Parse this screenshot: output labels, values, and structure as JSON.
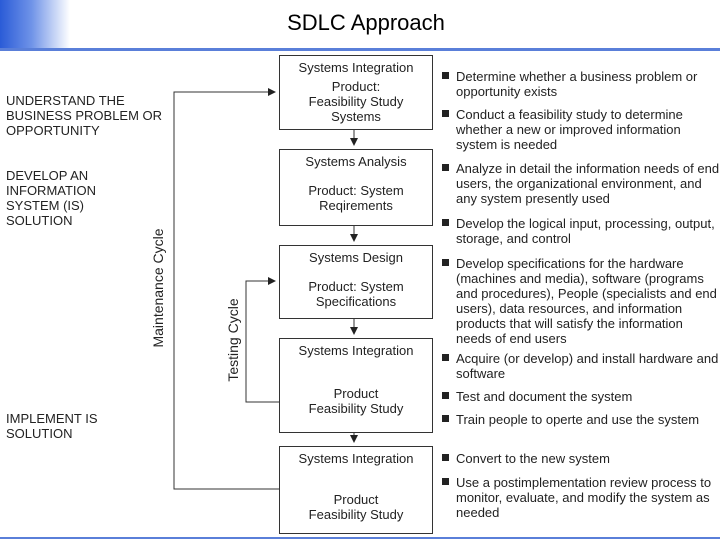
{
  "title": "SDLC Approach",
  "phases": [
    {
      "label": "UNDERSTAND  THE BUSINESS PROBLEM OR OPPORTUNITY"
    },
    {
      "label": "DEVELOP AN INFORMATION SYSTEM (IS) SOLUTION"
    },
    {
      "label": "IMPLEMENT IS SOLUTION"
    }
  ],
  "cycles": {
    "maintenance": "Maintenance Cycle",
    "testing": "Testing Cycle"
  },
  "boxes": [
    {
      "heading": "Systems Integration",
      "product": "Product:\nFeasibility Study\nSystems"
    },
    {
      "heading": "Systems Analysis",
      "product": "Product: System\nReqirements"
    },
    {
      "heading": "Systems Design",
      "product": "Product:  System\nSpecifications"
    },
    {
      "heading": "Systems Integration",
      "product": "Product\nFeasibility Study"
    },
    {
      "heading": "Systems  Integration",
      "product": "Product\nFeasibility Study"
    }
  ],
  "bullets": [
    "Determine whether a business problem or opportunity exists",
    "Conduct a feasibility study to determine whether a new or improved information system is needed",
    "Analyze in detail the information needs of end users, the organizational environment, and any system presently used",
    "Develop the logical input, processing, output, storage, and control",
    "Develop specifications for the hardware (machines and media), software (programs and procedures), People (specialists and end users), data resources, and information products that will satisfy the information needs of end users",
    "Acquire (or develop) and install hardware and software",
    "Test and document the system",
    "Train people to operte and use the system",
    "Convert to the new system",
    "Use a postimplementation review process to monitor, evaluate, and modify the system as needed"
  ]
}
